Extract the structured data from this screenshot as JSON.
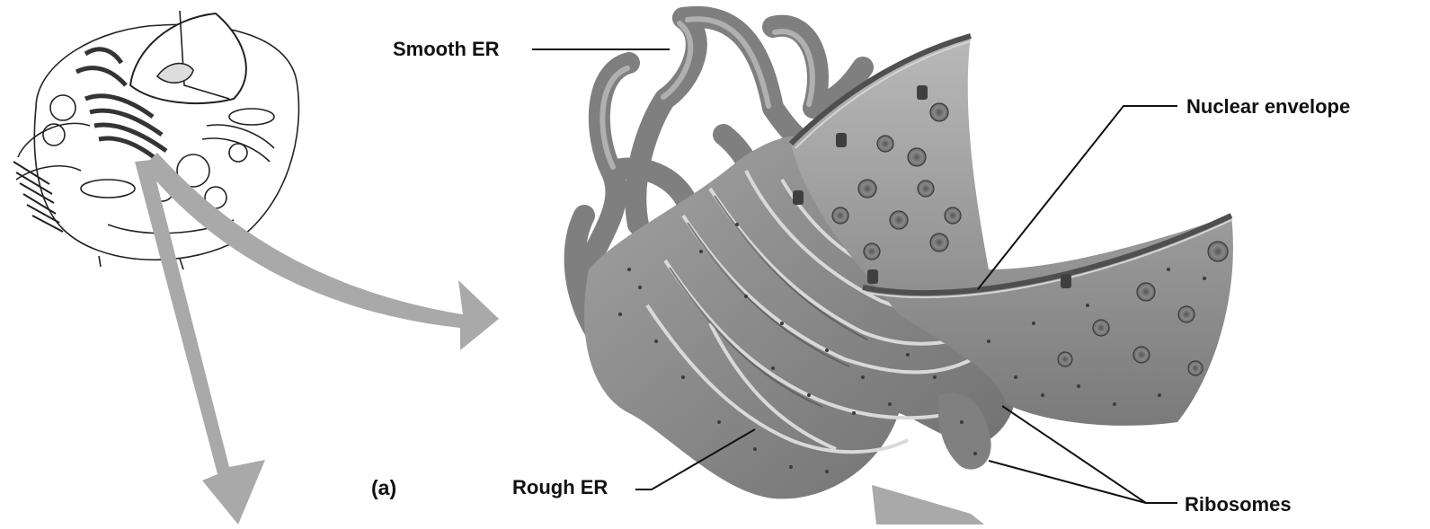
{
  "diagram": {
    "labels": {
      "smooth_er": "Smooth ER",
      "nuclear_envelope": "Nuclear envelope",
      "rough_er": "Rough ER",
      "ribosomes": "Ribosomes",
      "panel": "(a)"
    },
    "colors": {
      "membrane": "#8f8f8f",
      "membrane_dark": "#5f5f5f",
      "membrane_light": "#c4c4c4",
      "lumen": "#b5b5b5",
      "arrow": "#a9a9a9",
      "ink": "#111111",
      "nuclear_pore": "#4a4a4a"
    },
    "icons": [
      "cell-illustration",
      "nuclear-pore-icon",
      "ribosome-dots"
    ]
  }
}
